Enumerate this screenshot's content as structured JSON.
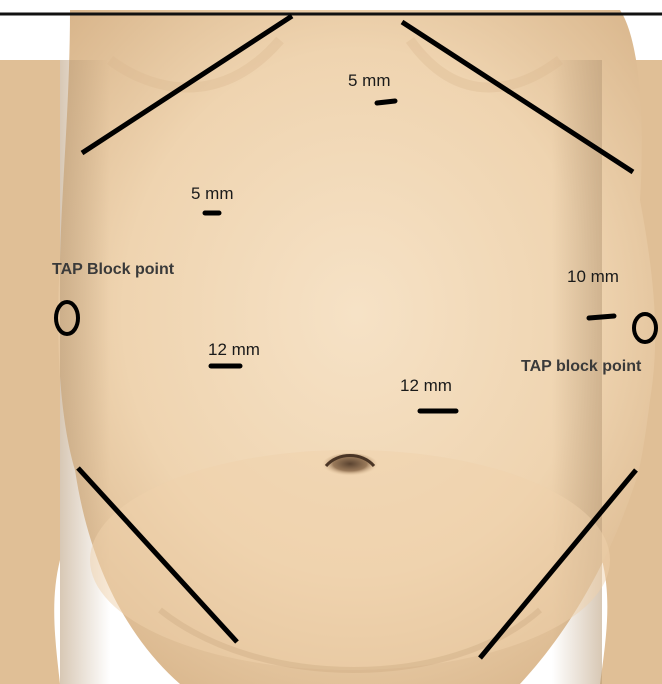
{
  "colors": {
    "skin_light": "#f3dcbc",
    "skin_mid": "#e8c9a0",
    "skin_shadow": "#b89b78",
    "marker": "#000000",
    "label_text": "#1a1a1a",
    "tap_text": "#3a3a3a"
  },
  "ports": [
    {
      "id": "port-upper-center",
      "size_label": "5 mm"
    },
    {
      "id": "port-upper-left",
      "size_label": "5 mm"
    },
    {
      "id": "port-right",
      "size_label": "10 mm"
    },
    {
      "id": "port-mid-left",
      "size_label": "12 mm"
    },
    {
      "id": "port-mid-center",
      "size_label": "12 mm"
    }
  ],
  "tap_points": {
    "left_label": "TAP Block point",
    "right_label": "TAP block point"
  }
}
